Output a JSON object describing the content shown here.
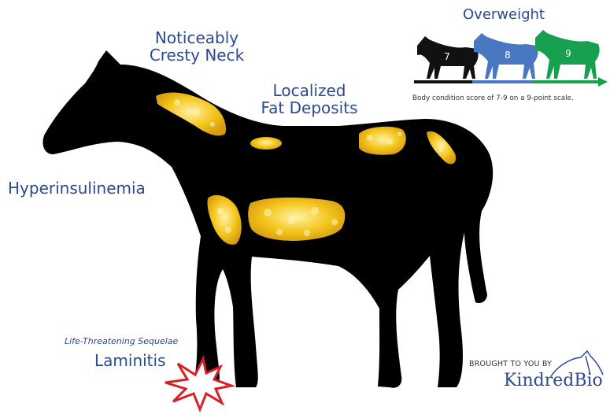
{
  "labels": {
    "neck_line1": "Noticeably",
    "neck_line2": "Cresty Neck",
    "fat_line1": "Localized",
    "fat_line2": "Fat Deposits",
    "hyperinsulinemia": "Hyperinsulinemia",
    "sequelae": "Life-Threatening Sequelae",
    "laminitis": "Laminitis"
  },
  "scale": {
    "title": "Overweight",
    "scores": [
      "7",
      "8",
      "9"
    ],
    "colors": [
      "#111111",
      "#4a77c2",
      "#16a050"
    ],
    "caption": "Body condition score of 7-9 on a 9-point scale."
  },
  "branding": {
    "brought_by": "BROUGHT TO YOU BY",
    "brand": "KindredBio"
  },
  "colors": {
    "silhouette": "#000000",
    "fat": "#f2c21a",
    "label_blue": "#2c4a8f",
    "burst": "#d91e26"
  }
}
